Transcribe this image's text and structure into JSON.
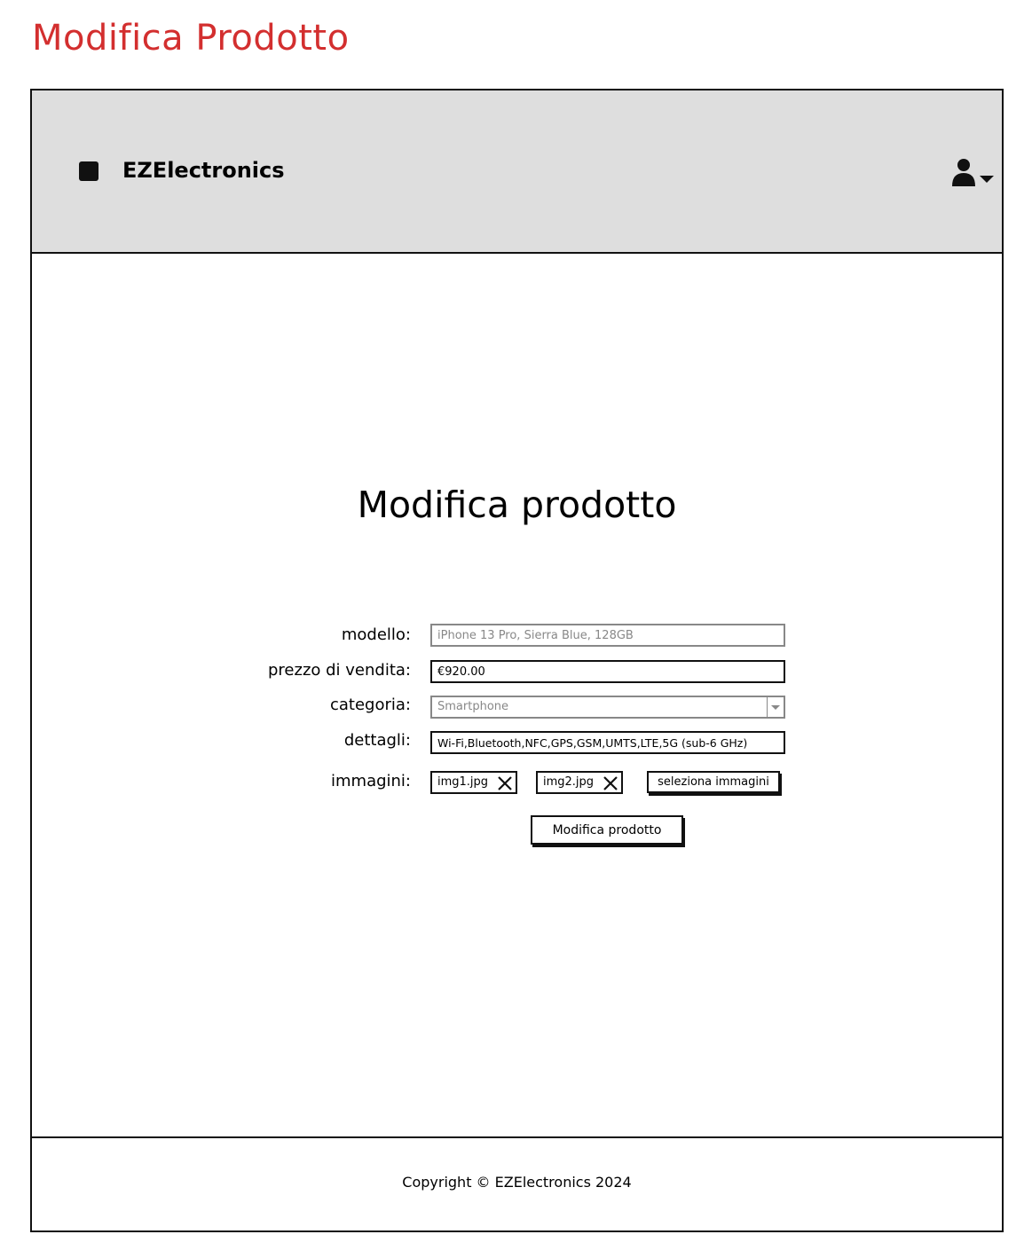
{
  "page": {
    "title": "Modifica Prodotto",
    "title_color": "#d32f2f"
  },
  "header": {
    "brand": "EZElectronics",
    "background": "#dedede",
    "logo_icon": "square-logo-icon",
    "user_icon": "user-icon",
    "dropdown_icon": "caret-down-icon"
  },
  "main": {
    "title": "Modifica prodotto",
    "form": {
      "model_label": "modello:",
      "model_placeholder": "iPhone 13 Pro, Sierra Blue, 128GB",
      "price_label": "prezzo di vendita:",
      "price_value": "€920.00",
      "category_label": "categoria:",
      "category_value": "Smartphone",
      "details_label": "dettagli:",
      "details_value": "Wi-Fi,Bluetooth,NFC,GPS,GSM,UMTS,LTE,5G (sub-6 GHz)",
      "images_label": "immagini:",
      "images": [
        {
          "name": "img1.jpg"
        },
        {
          "name": "img2.jpg"
        }
      ],
      "select_images_label": "seleziona immagini",
      "submit_label": "Modifica prodotto"
    }
  },
  "footer": {
    "copyright": "Copyright © EZElectronics 2024"
  }
}
